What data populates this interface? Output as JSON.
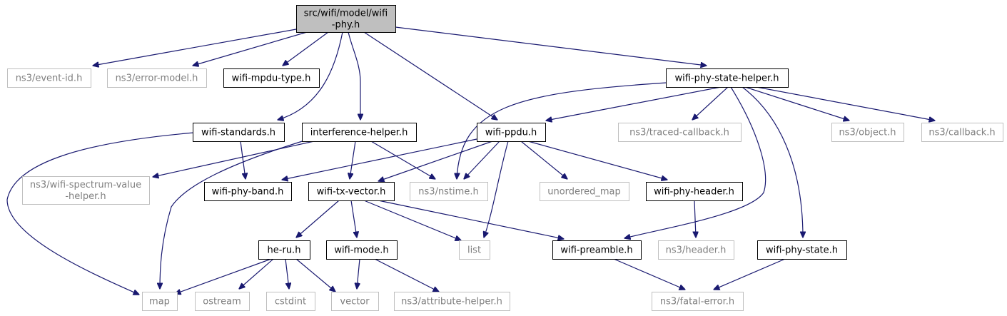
{
  "nodes": {
    "root": {
      "lines": [
        "src/wifi/model/wifi",
        "-phy.h"
      ]
    },
    "event_id": {
      "lines": [
        "ns3/event-id.h"
      ]
    },
    "error_model": {
      "lines": [
        "ns3/error-model.h"
      ]
    },
    "wifi_mpdu_type": {
      "lines": [
        "wifi-mpdu-type.h"
      ]
    },
    "wifi_phy_state_helper": {
      "lines": [
        "wifi-phy-state-helper.h"
      ]
    },
    "wifi_standards": {
      "lines": [
        "wifi-standards.h"
      ]
    },
    "interference_helper": {
      "lines": [
        "interference-helper.h"
      ]
    },
    "wifi_ppdu": {
      "lines": [
        "wifi-ppdu.h"
      ]
    },
    "traced_callback": {
      "lines": [
        "ns3/traced-callback.h"
      ]
    },
    "object": {
      "lines": [
        "ns3/object.h"
      ]
    },
    "callback": {
      "lines": [
        "ns3/callback.h"
      ]
    },
    "spectrum_value_helper": {
      "lines": [
        "ns3/wifi-spectrum-value",
        "-helper.h"
      ]
    },
    "wifi_phy_band": {
      "lines": [
        "wifi-phy-band.h"
      ]
    },
    "wifi_tx_vector": {
      "lines": [
        "wifi-tx-vector.h"
      ]
    },
    "nstime": {
      "lines": [
        "ns3/nstime.h"
      ]
    },
    "unordered_map": {
      "lines": [
        "unordered_map"
      ]
    },
    "wifi_phy_header": {
      "lines": [
        "wifi-phy-header.h"
      ]
    },
    "he_ru": {
      "lines": [
        "he-ru.h"
      ]
    },
    "wifi_mode": {
      "lines": [
        "wifi-mode.h"
      ]
    },
    "list": {
      "lines": [
        "list"
      ]
    },
    "wifi_preamble": {
      "lines": [
        "wifi-preamble.h"
      ]
    },
    "header": {
      "lines": [
        "ns3/header.h"
      ]
    },
    "wifi_phy_state": {
      "lines": [
        "wifi-phy-state.h"
      ]
    },
    "map": {
      "lines": [
        "map"
      ]
    },
    "ostream": {
      "lines": [
        "ostream"
      ]
    },
    "cstdint": {
      "lines": [
        "cstdint"
      ]
    },
    "vector": {
      "lines": [
        "vector"
      ]
    },
    "attribute_helper": {
      "lines": [
        "ns3/attribute-helper.h"
      ]
    },
    "fatal_error": {
      "lines": [
        "ns3/fatal-error.h"
      ]
    }
  },
  "edges": [
    [
      "root",
      "event_id"
    ],
    [
      "root",
      "error_model"
    ],
    [
      "root",
      "wifi_mpdu_type"
    ],
    [
      "root",
      "wifi_phy_state_helper"
    ],
    [
      "root",
      "wifi_standards"
    ],
    [
      "root",
      "interference_helper"
    ],
    [
      "root",
      "wifi_ppdu"
    ],
    [
      "wifi_phy_state_helper",
      "wifi_ppdu"
    ],
    [
      "wifi_phy_state_helper",
      "nstime"
    ],
    [
      "wifi_phy_state_helper",
      "traced_callback"
    ],
    [
      "wifi_phy_state_helper",
      "object"
    ],
    [
      "wifi_phy_state_helper",
      "callback"
    ],
    [
      "wifi_phy_state_helper",
      "wifi_preamble"
    ],
    [
      "wifi_phy_state_helper",
      "wifi_phy_state"
    ],
    [
      "wifi_standards",
      "wifi_phy_band"
    ],
    [
      "wifi_standards",
      "map"
    ],
    [
      "interference_helper",
      "spectrum_value_helper"
    ],
    [
      "interference_helper",
      "wifi_tx_vector"
    ],
    [
      "interference_helper",
      "nstime"
    ],
    [
      "interference_helper",
      "map"
    ],
    [
      "wifi_ppdu",
      "wifi_phy_band"
    ],
    [
      "wifi_ppdu",
      "wifi_tx_vector"
    ],
    [
      "wifi_ppdu",
      "nstime"
    ],
    [
      "wifi_ppdu",
      "unordered_map"
    ],
    [
      "wifi_ppdu",
      "wifi_phy_header"
    ],
    [
      "wifi_ppdu",
      "list"
    ],
    [
      "wifi_tx_vector",
      "he_ru"
    ],
    [
      "wifi_tx_vector",
      "wifi_mode"
    ],
    [
      "wifi_tx_vector",
      "list"
    ],
    [
      "wifi_tx_vector",
      "wifi_preamble"
    ],
    [
      "wifi_phy_header",
      "header"
    ],
    [
      "he_ru",
      "map"
    ],
    [
      "he_ru",
      "ostream"
    ],
    [
      "he_ru",
      "cstdint"
    ],
    [
      "he_ru",
      "vector"
    ],
    [
      "wifi_mode",
      "vector"
    ],
    [
      "wifi_mode",
      "attribute_helper"
    ],
    [
      "wifi_preamble",
      "fatal_error"
    ],
    [
      "wifi_phy_state",
      "fatal_error"
    ]
  ]
}
